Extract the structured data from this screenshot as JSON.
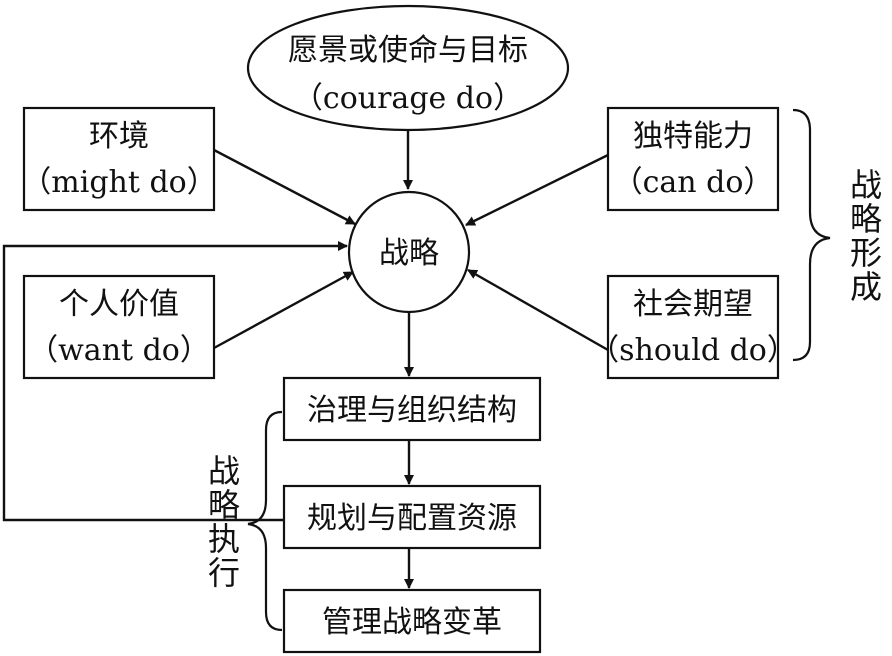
{
  "diagram": {
    "top_goal": {
      "line1": "愿景或使命与目标",
      "line2": "（courage do）"
    },
    "center": {
      "label": "战略"
    },
    "environment": {
      "line1": "环境",
      "line2": "（might do）"
    },
    "personal_values": {
      "line1": "个人价值",
      "line2": "（want do）"
    },
    "unique_capability": {
      "line1": "独特能力",
      "line2": "（can do）"
    },
    "social_expectation": {
      "line1": "社会期望",
      "line2": "（should do）"
    },
    "execution_steps": [
      {
        "label": "治理与组织结构"
      },
      {
        "label": "规划与配置资源"
      },
      {
        "label": "管理战略变革"
      }
    ],
    "formation_brace": {
      "chars": [
        "战",
        "略",
        "形",
        "成"
      ]
    },
    "execution_brace": {
      "chars": [
        "战",
        "略",
        "执",
        "行"
      ]
    }
  }
}
